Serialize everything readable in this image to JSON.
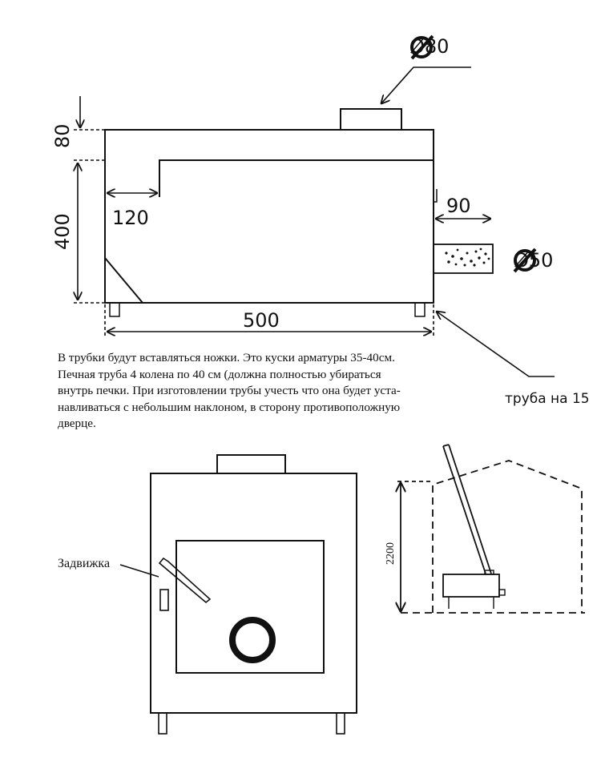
{
  "side_view": {
    "dim_height_top": "80",
    "dim_height_body": "400",
    "dim_step": "120",
    "dim_length": "500",
    "dim_pipe_out": "90",
    "dim_flue_diameter": "Ø80",
    "dim_tube_diameter": "Ø50",
    "tube_label": "труба на 15"
  },
  "notes": {
    "lines": [
      "В трубки будут вставляться ножки. Это куски арматуры 35-40см.",
      "Печная труба 4 колена по 40 см (должна полностью убираться",
      "внутрь печки. При изготовлении трубы учесть что она будет уста-",
      "навливаться с небольшим наклоном, в сторону противоположную",
      "дверце."
    ]
  },
  "front_view": {
    "damper_label": "Задвижка"
  },
  "tent_view": {
    "height_label": "2200"
  }
}
